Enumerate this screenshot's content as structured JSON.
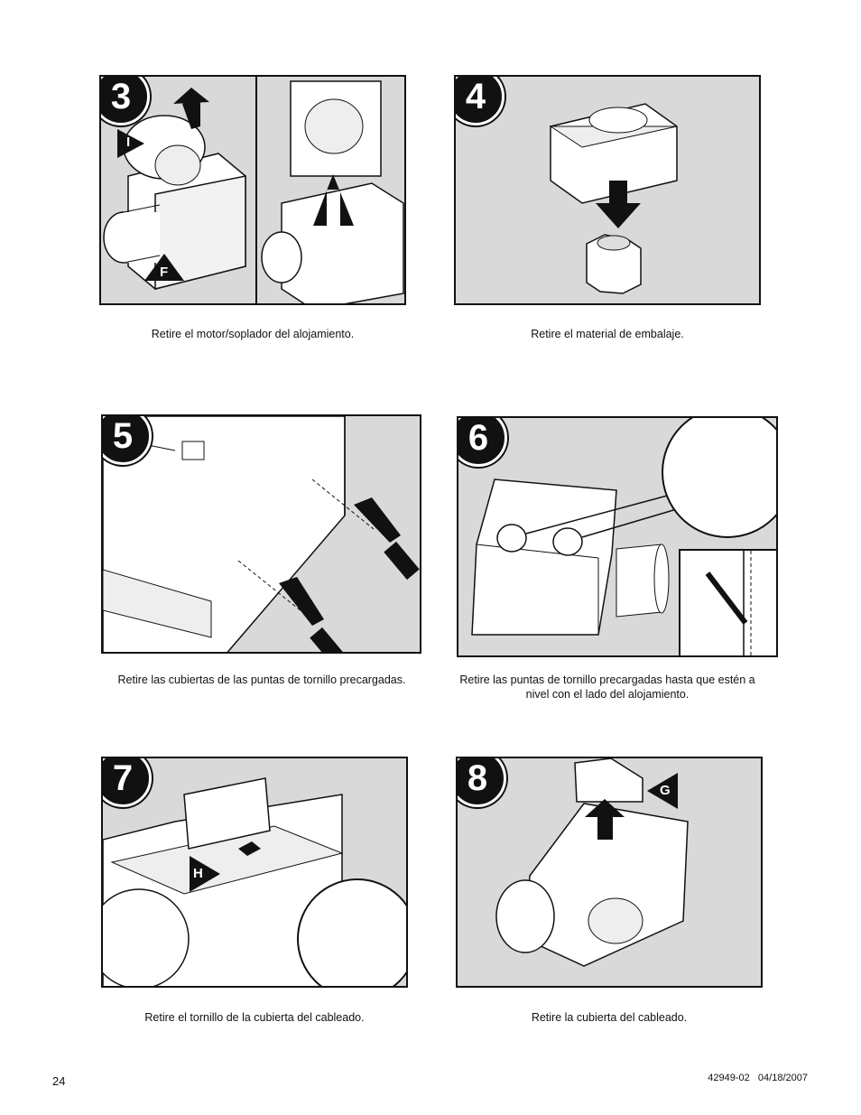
{
  "steps": [
    {
      "number": "3",
      "caption": "Retire el motor/soplador del alojamiento.",
      "callouts": [
        "I",
        "F"
      ]
    },
    {
      "number": "4",
      "caption": "Retire el material de embalaje."
    },
    {
      "number": "5",
      "caption": "Retire las cubiertas de las puntas de tornillo precargadas."
    },
    {
      "number": "6",
      "caption": "Retire las puntas de tornillo precargadas hasta que estén a nivel con el lado del alojamiento."
    },
    {
      "number": "7",
      "caption": "Retire el tornillo de la cubierta del cableado.",
      "callouts": [
        "H"
      ]
    },
    {
      "number": "8",
      "caption": "Retire la cubierta del cableado.",
      "callouts": [
        "G"
      ]
    }
  ],
  "footer": {
    "page_number": "24",
    "doc_code": "42949-02   04/18/2007"
  }
}
